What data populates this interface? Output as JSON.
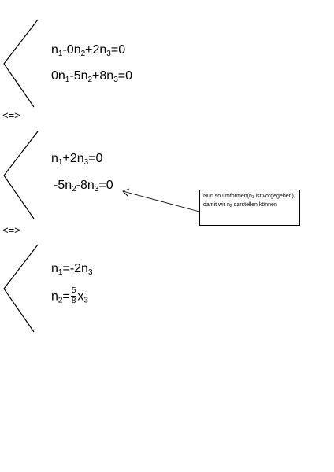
{
  "blocks": [
    {
      "lines": [
        {
          "parts": [
            "n",
            "1",
            "-0n",
            "2",
            "+2n",
            "3",
            "=0"
          ]
        },
        {
          "parts": [
            "0n",
            "1",
            "-5n",
            "2",
            "+8n",
            "3",
            "=0"
          ]
        }
      ]
    },
    {
      "lines": [
        {
          "parts": [
            "n",
            "1",
            "+2n",
            "3",
            "=0"
          ]
        },
        {
          "parts": [
            "-5n",
            "2",
            "-8n",
            "3",
            "=0"
          ]
        }
      ]
    },
    {
      "lines": [
        {
          "parts": [
            "n",
            "1",
            "=-2n",
            "3"
          ]
        },
        {
          "before": "n",
          "before_sub": "2",
          "eq": "=",
          "frac_num": "5",
          "frac_den": "8",
          "after": "x",
          "after_sub": "3"
        }
      ]
    }
  ],
  "equivalence_symbols": [
    "<=>",
    "<=>"
  ],
  "note": {
    "text_1": "Nun so umformen(n",
    "sub_1": "1",
    "text_2": " ist vorgegeben), damit wir n",
    "sub_2": "2",
    "text_3": " darstellen können"
  }
}
